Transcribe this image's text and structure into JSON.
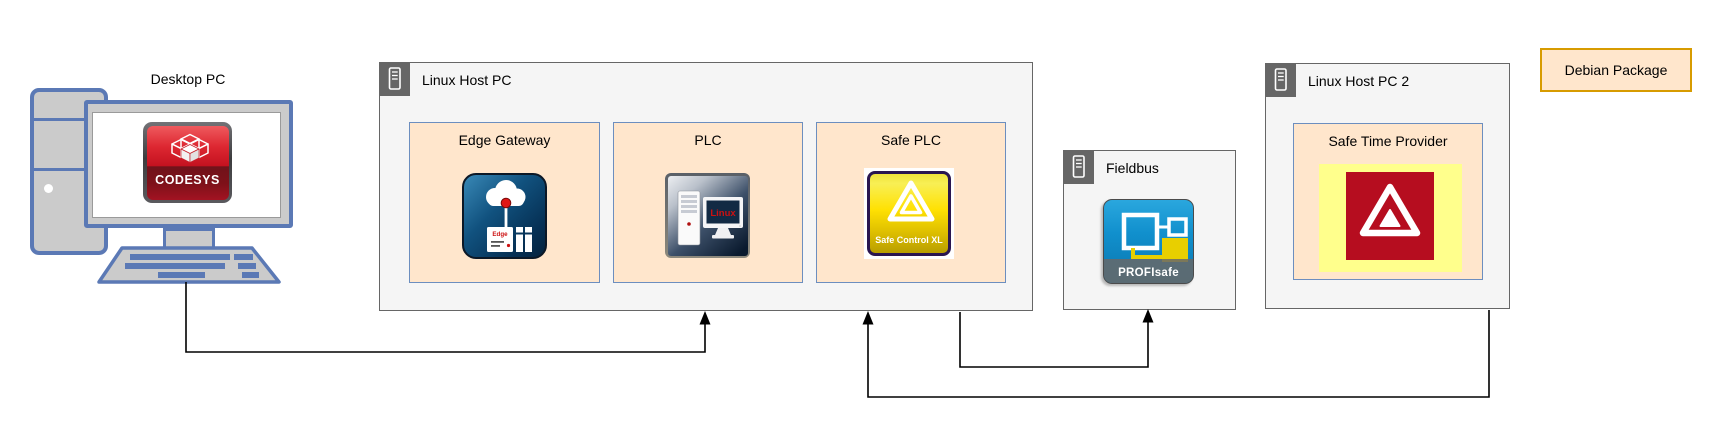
{
  "nodes": {
    "desktop_pc": {
      "label": "Desktop PC"
    },
    "linux_host_pc": {
      "label": "Linux Host PC",
      "components": [
        {
          "label": "Edge Gateway"
        },
        {
          "label": "PLC"
        },
        {
          "label": "Safe PLC"
        }
      ]
    },
    "fieldbus": {
      "label": "Fieldbus"
    },
    "linux_host_pc_2": {
      "label": "Linux Host PC 2",
      "components": [
        {
          "label": "Safe Time Provider"
        }
      ]
    },
    "debian_package": {
      "label": "Debian Package"
    }
  },
  "icon_texts": {
    "codesys": "CODESYS",
    "edge": "Edge",
    "linux": "Linux",
    "safe_control": "Safe Control XL",
    "profisafe": "PROFIsafe"
  },
  "connections": [
    {
      "from": "desktop_pc",
      "to": "linux_host_pc",
      "arrow_at": "to"
    },
    {
      "from": "linux_host_pc_2",
      "to": "linux_host_pc.safe_plc",
      "arrow_at": "to"
    },
    {
      "from": "linux_host_pc",
      "to": "fieldbus",
      "arrow_at": "to"
    }
  ],
  "colors": {
    "host_box_fill": "#f5f5f5",
    "host_box_border": "#666666",
    "host_header_icon_bg": "#666666",
    "component_fill": "#ffe6cc",
    "component_border": "#6c8ebf",
    "debian_fill": "#ffe6cc",
    "debian_border": "#d79b00",
    "connector": "#000000",
    "desktop_pc_blue": "#5b79b5",
    "desktop_pc_gray": "#cbcbcb",
    "codesys_red": "#c41220",
    "edge_gateway_navy": "#0d4a78",
    "plc_navy": "#0b1c30",
    "safe_plc_yellow": "#ffe103",
    "safe_plc_border": "#2a1650",
    "profisafe_blue": "#1190cd",
    "safe_time_yellow": "#ffff8c",
    "safe_time_red": "#b60d1f"
  }
}
